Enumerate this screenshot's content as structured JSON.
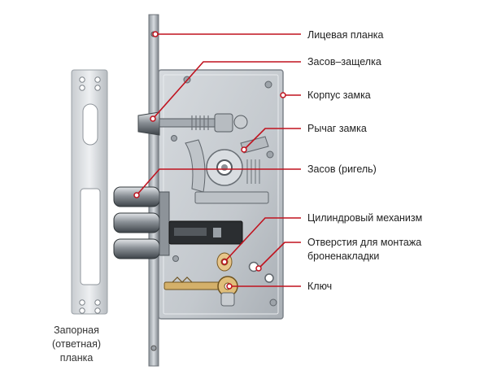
{
  "callouts": [
    {
      "id": "face-plate",
      "text": "Лицевая планка"
    },
    {
      "id": "latch-bolt",
      "text": "Засов–защелка"
    },
    {
      "id": "lock-body",
      "text": "Корпус замка"
    },
    {
      "id": "lock-lever",
      "text": "Рычаг замка"
    },
    {
      "id": "deadbolt",
      "text": "Засов (ригель)"
    },
    {
      "id": "cylinder-mechanism",
      "text": "Цилиндровый механизм"
    },
    {
      "id": "mounting-holes",
      "text": "Отверстия для монтажа",
      "text2": "броненакладки"
    },
    {
      "id": "key",
      "text": "Ключ"
    }
  ],
  "strike_plate": {
    "line1": "Запорная",
    "line2": "(ответная)",
    "line3": "планка"
  },
  "colors": {
    "callout_line": "#c0121e",
    "text": "#222222",
    "metal": "#b9bec4"
  }
}
